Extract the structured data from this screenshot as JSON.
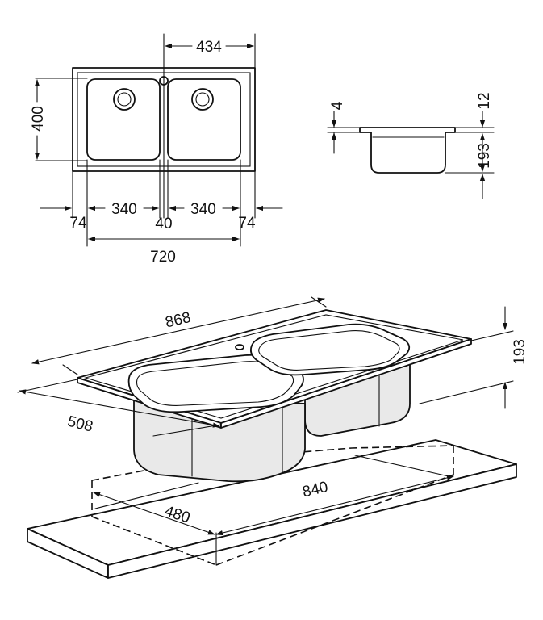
{
  "top_view": {
    "dim_434": "434",
    "dim_400": "400",
    "dim_340_left": "340",
    "dim_40": "40",
    "dim_340_right": "340",
    "dim_74_left": "74",
    "dim_74_right": "74",
    "dim_720": "720"
  },
  "side_view": {
    "dim_4": "4",
    "dim_12": "12",
    "dim_193": "193"
  },
  "perspective_view": {
    "dim_868": "868",
    "dim_508": "508",
    "dim_193": "193",
    "dim_840": "840",
    "dim_480": "480"
  }
}
